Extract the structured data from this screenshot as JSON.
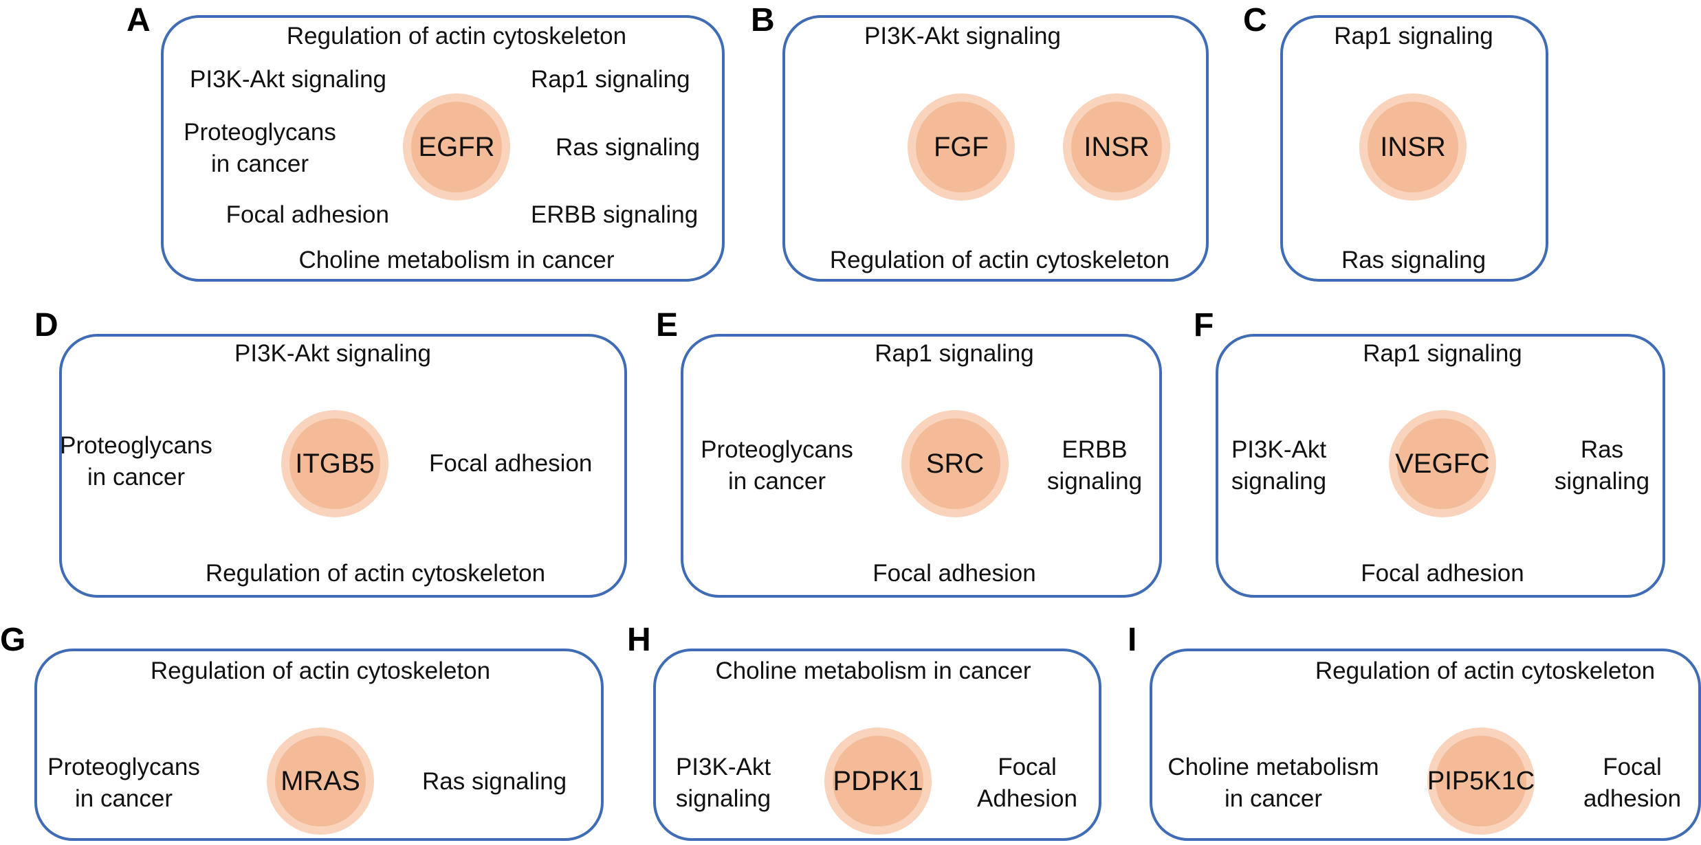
{
  "panels": {
    "A": {
      "letter": "A",
      "center": "EGFR",
      "top": "Regulation of actin cytoskeleton",
      "top_left": "PI3K-Akt signaling",
      "top_right": "Rap1 signaling",
      "left_1": "Proteoglycans",
      "left_2": "in cancer",
      "right": "Ras signaling",
      "bottom_left": "Focal adhesion",
      "bottom_right": "ERBB signaling",
      "bottom": "Choline metabolism in cancer"
    },
    "B": {
      "letter": "B",
      "center": "FGF",
      "second": "INSR",
      "top": "PI3K-Akt signaling",
      "bottom": "Regulation of actin cytoskeleton"
    },
    "C": {
      "letter": "C",
      "center": "INSR",
      "top": "Rap1 signaling",
      "bottom": "Ras signaling"
    },
    "D": {
      "letter": "D",
      "center": "ITGB5",
      "top": "PI3K-Akt signaling",
      "left_1": "Proteoglycans",
      "left_2": "in cancer",
      "right": "Focal adhesion",
      "bottom": "Regulation of actin cytoskeleton"
    },
    "E": {
      "letter": "E",
      "center": "SRC",
      "top": "Rap1 signaling",
      "left_1": "Proteoglycans",
      "left_2": "in cancer",
      "right_1": "ERBB",
      "right_2": "signaling",
      "bottom": "Focal adhesion"
    },
    "F": {
      "letter": "F",
      "center": "VEGFC",
      "top": "Rap1 signaling",
      "left_1": "PI3K-Akt",
      "left_2": "signaling",
      "right_1": "Ras",
      "right_2": "signaling",
      "bottom": "Focal adhesion"
    },
    "G": {
      "letter": "G",
      "center": "MRAS",
      "top": "Regulation of actin cytoskeleton",
      "left_1": "Proteoglycans",
      "left_2": "in cancer",
      "right": "Ras signaling"
    },
    "H": {
      "letter": "H",
      "center": "PDPK1",
      "top": "Choline metabolism in cancer",
      "left_1": "PI3K-Akt",
      "left_2": "signaling",
      "right_1": "Focal",
      "right_2": "Adhesion"
    },
    "I": {
      "letter": "I",
      "center": "PIP5K1C",
      "top": "Regulation of actin cytoskeleton",
      "left_1": "Choline metabolism",
      "left_2": "in cancer",
      "right_1": "Focal",
      "right_2": "adhesion"
    }
  },
  "colors": {
    "box_border": "#3f6cb4",
    "node_outer": "#f9d3bc",
    "node_inner": "#f4bb98"
  }
}
